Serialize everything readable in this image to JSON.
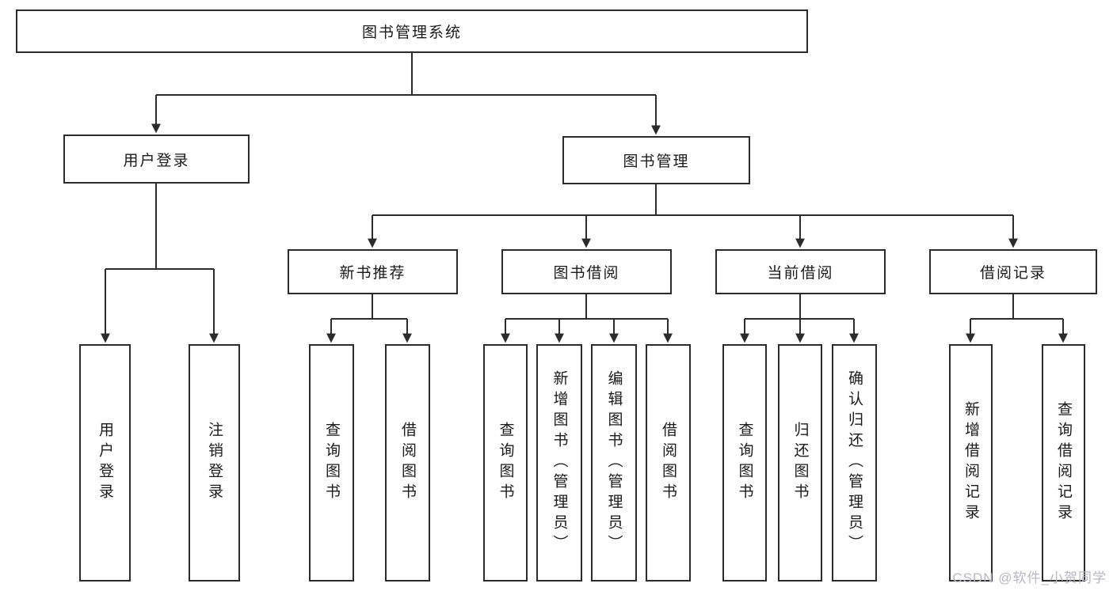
{
  "diagram": {
    "title": "图书管理系统",
    "branches": [
      {
        "label": "用户登录",
        "children": [
          {
            "label": "用户登录"
          },
          {
            "label": "注销登录"
          }
        ]
      },
      {
        "label": "图书管理",
        "children": [
          {
            "label": "新书推荐",
            "children": [
              {
                "label": "查询图书"
              },
              {
                "label": "借阅图书"
              }
            ]
          },
          {
            "label": "图书借阅",
            "children": [
              {
                "label": "查询图书"
              },
              {
                "label": "新增图书（管理员）"
              },
              {
                "label": "编辑图书（管理员）"
              },
              {
                "label": "借阅图书"
              }
            ]
          },
          {
            "label": "当前借阅",
            "children": [
              {
                "label": "查询图书"
              },
              {
                "label": "归还图书"
              },
              {
                "label": "确认归还（管理员）"
              }
            ]
          },
          {
            "label": "借阅记录",
            "children": [
              {
                "label": "新增借阅记录"
              },
              {
                "label": "查询借阅记录"
              }
            ]
          }
        ]
      }
    ]
  },
  "colors": {
    "line": "#2b2b2b",
    "border": "#2b2b2b",
    "watermark": "#b8b8c2"
  },
  "watermark": {
    "text": "CSDN @软件_小贺同学"
  }
}
